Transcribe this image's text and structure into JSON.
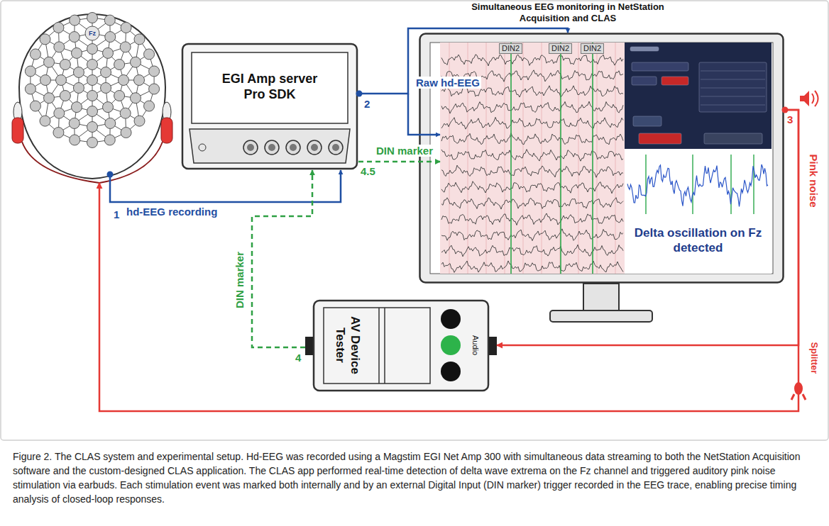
{
  "diagram": {
    "caption": "Figure 2. The CLAS system and experimental setup. Hd-EEG was recorded using a Magstim EGI Net Amp 300 with simultaneous data streaming to both the NetStation Acquisition software and the custom-designed CLAS application. The CLAS app performed real-time detection of delta wave extrema on the Fz channel and triggered auditory pink noise stimulation via earbuds. Each stimulation event was marked both internally and by an external Digital Input (DIN marker) trigger recorded in the EEG trace, enabling precise timing analysis of closed-loop responses.",
    "nodes": [
      {
        "text": [
          "Fz"
        ]
      },
      {
        "text": [
          "EGI Amp server Pro SDK"
        ]
      },
      {
        "text": [
          "Simultaneous EEG monitoring in NetStation Acquisition and CLAS"
        ]
      },
      {
        "text": [
          "Delta oscillation on Fz detected"
        ],
        "in": 2
      },
      {
        "text": [
          "AV Device Tester",
          "Audio"
        ]
      }
    ],
    "edges": [
      {
        "from": 0,
        "to": 1,
        "label": "hd-EEG recording",
        "arrow": "to"
      },
      {
        "from": 1,
        "to": 2,
        "label": "Raw hd-EEG",
        "arrow": "to"
      },
      {
        "from": 4,
        "to": 1,
        "label": "DIN marker",
        "arrow": "to"
      },
      {
        "from": 1,
        "to": 2,
        "label": "DIN marker",
        "arrow": "to"
      },
      {
        "from": 2,
        "to": 4,
        "arrow": "to"
      },
      {
        "from": 2,
        "to": 0,
        "arrow": "to"
      }
    ],
    "labels": [
      "1",
      "2",
      "3",
      "4",
      "4.5",
      "Pink noise",
      "Splitter",
      "DIN2",
      "DIN2",
      "DIN2"
    ]
  }
}
